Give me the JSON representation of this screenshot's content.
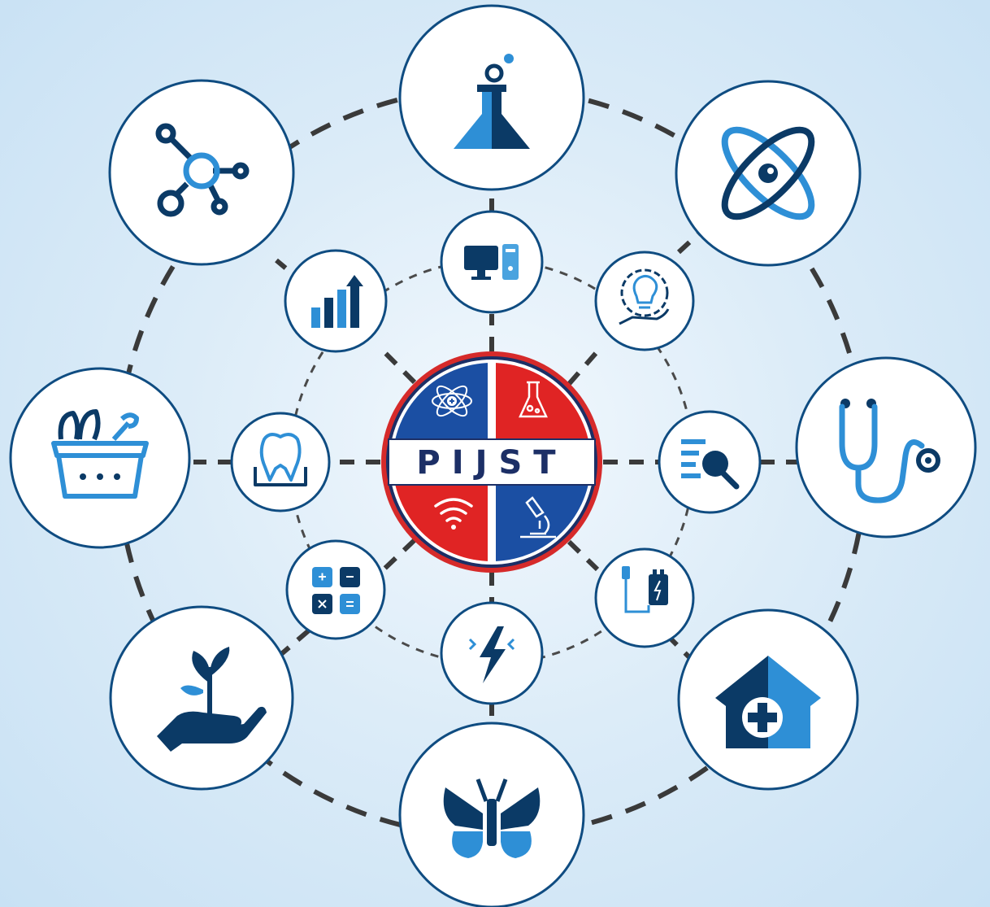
{
  "logo": {
    "text": "PIJST",
    "colors": {
      "blue": "#1b4fa3",
      "red": "#e02424",
      "ring_red": "#d62a2a",
      "ring_navy": "#1c2f66",
      "cross": "#ffffff"
    },
    "quadrant_icons": [
      "atom-plus-icon",
      "flask-icon",
      "wifi-icon",
      "microscope-icon"
    ]
  },
  "palette": {
    "navy": "#0b3a66",
    "blue": "#2e8fd6",
    "light_blue": "#4aa3df",
    "node_border": "#0f4c81",
    "dash": "#3a3a3a"
  },
  "outer_nodes": [
    {
      "name": "flask",
      "icon": "flask-icon"
    },
    {
      "name": "atom",
      "icon": "atom-icon"
    },
    {
      "name": "stethoscope",
      "icon": "stethoscope-icon"
    },
    {
      "name": "health-house",
      "icon": "medical-house-icon"
    },
    {
      "name": "butterfly",
      "icon": "butterfly-icon"
    },
    {
      "name": "plant-hand",
      "icon": "plant-in-hand-icon"
    },
    {
      "name": "herb-basket",
      "icon": "herb-basket-icon"
    },
    {
      "name": "molecule",
      "icon": "molecule-icon"
    }
  ],
  "inner_nodes": [
    {
      "name": "computer",
      "icon": "computer-icon"
    },
    {
      "name": "innovation",
      "icon": "lightbulb-gear-icon"
    },
    {
      "name": "search-document",
      "icon": "search-document-icon"
    },
    {
      "name": "battery",
      "icon": "battery-charging-icon"
    },
    {
      "name": "electricity",
      "icon": "lightning-icon"
    },
    {
      "name": "calculator",
      "icon": "calculator-icon"
    },
    {
      "name": "dental",
      "icon": "tooth-icon"
    },
    {
      "name": "growth-chart",
      "icon": "bar-chart-icon"
    }
  ]
}
